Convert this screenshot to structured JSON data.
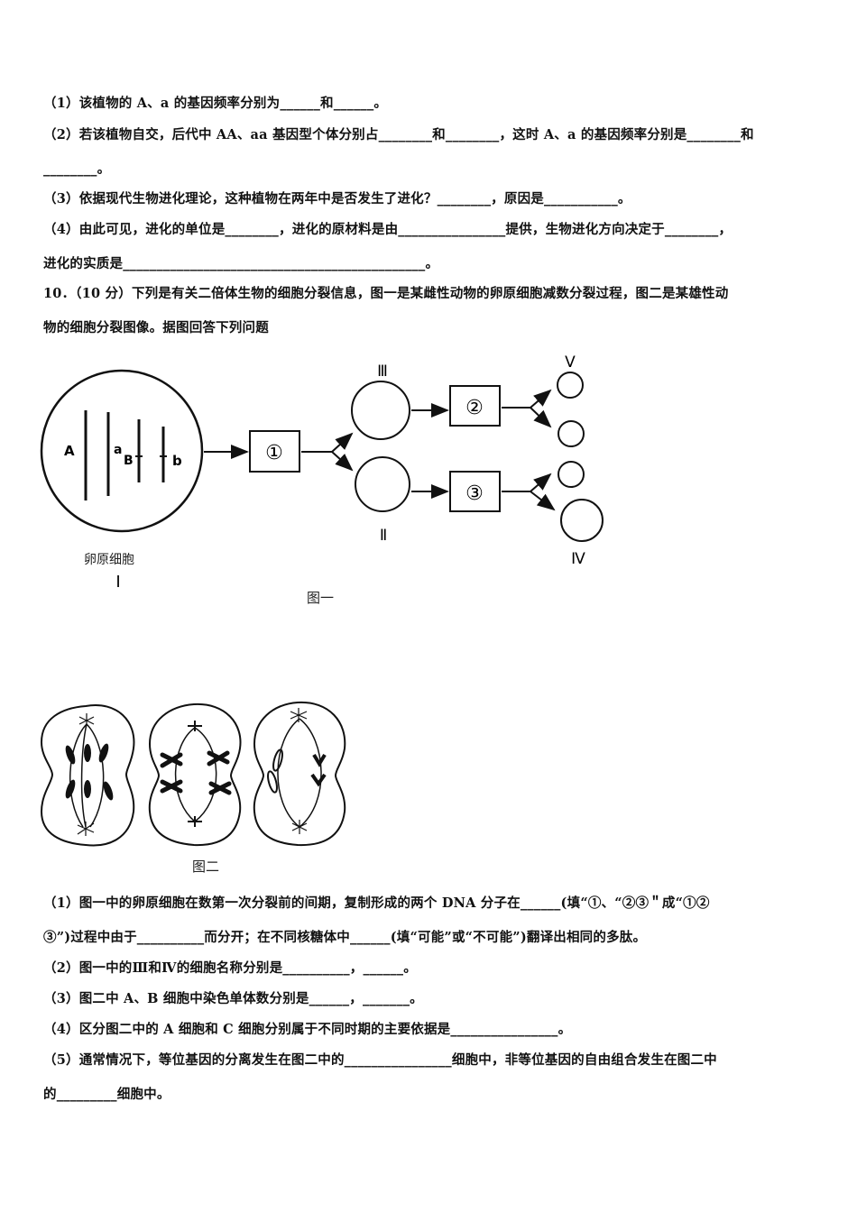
{
  "part1": {
    "q1": "（1）该植物的 A、a 的基因频率分别为______和______。",
    "q2a": "（2）若该植物自交，后代中 AA、aa 基因型个体分别占________和________，这时 A、a 的基因频率分别是________和",
    "q2b": "________。",
    "q3": "（3）依据现代生物进化理论，这种植物在两年中是否发生了进化？________，原因是___________。",
    "q4a": "（4）由此可见，进化的单位是________，进化的原材料是由________________提供，生物进化方向决定于________，",
    "q4b": "进化的实质是_____________________________________________。"
  },
  "question10": {
    "line1": "10．（10 分）下列是有关二倍体生物的细胞分裂信息，图一是某雌性动物的卵原细胞减数分裂过程，图二是某雄性动",
    "line2": "物的细胞分裂图像。据图回答下列问题"
  },
  "figure1": {
    "gene_labels": [
      "A",
      "a",
      "B",
      "b"
    ],
    "box_labels": [
      "①",
      "②",
      "③"
    ],
    "roman_labels": [
      "Ⅰ",
      "Ⅱ",
      "Ⅲ",
      "Ⅳ",
      "Ⅴ"
    ],
    "cell_name": "卵原细胞",
    "caption": "图一"
  },
  "figure2": {
    "caption": "图二"
  },
  "sub_questions": {
    "s1a": "（1）图一中的卵原细胞在数第一次分裂前的间期，复制形成的两个 DNA 分子在______(填“①、“②③＂成“①②",
    "s1b": "③”)过程中由于__________而分开；在不同核糖体中______(填“可能”或“不可能”)翻译出相同的多肽。",
    "s2": "（2）图一中的Ⅲ和Ⅳ的细胞名称分别是__________，______。",
    "s3": "（3）图二中 A、B 细胞中染色单体数分别是______，_______。",
    "s4": "（4）区分图二中的 A 细胞和 C 细胞分别属于不同时期的主要依据是________________。",
    "s5a": "（5）通常情况下，等位基因的分离发生在图二中的________________细胞中，非等位基因的自由组合发生在图二中",
    "s5b": "的_________细胞中。"
  }
}
